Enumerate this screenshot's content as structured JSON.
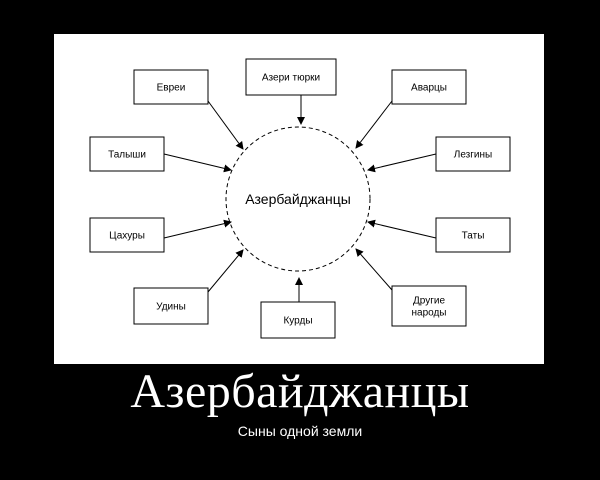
{
  "diagram": {
    "center": "Азербайджанцы",
    "nodes": [
      {
        "id": "evrei",
        "lines": [
          "Евреи"
        ]
      },
      {
        "id": "azeri-turki",
        "lines": [
          "Азери тюрки"
        ]
      },
      {
        "id": "avartsy",
        "lines": [
          "Аварцы"
        ]
      },
      {
        "id": "talyshi",
        "lines": [
          "Талыши"
        ]
      },
      {
        "id": "lezginy",
        "lines": [
          "Лезгины"
        ]
      },
      {
        "id": "tsakhury",
        "lines": [
          "Цахуры"
        ]
      },
      {
        "id": "taty",
        "lines": [
          "Таты"
        ]
      },
      {
        "id": "udiny",
        "lines": [
          "Удины"
        ]
      },
      {
        "id": "kurdy",
        "lines": [
          "Курды"
        ]
      },
      {
        "id": "drugie-narody",
        "lines": [
          "Другие",
          "народы"
        ]
      }
    ]
  },
  "poster": {
    "title": "Азербайджанцы",
    "subtitle": "Сыны одной земли"
  }
}
